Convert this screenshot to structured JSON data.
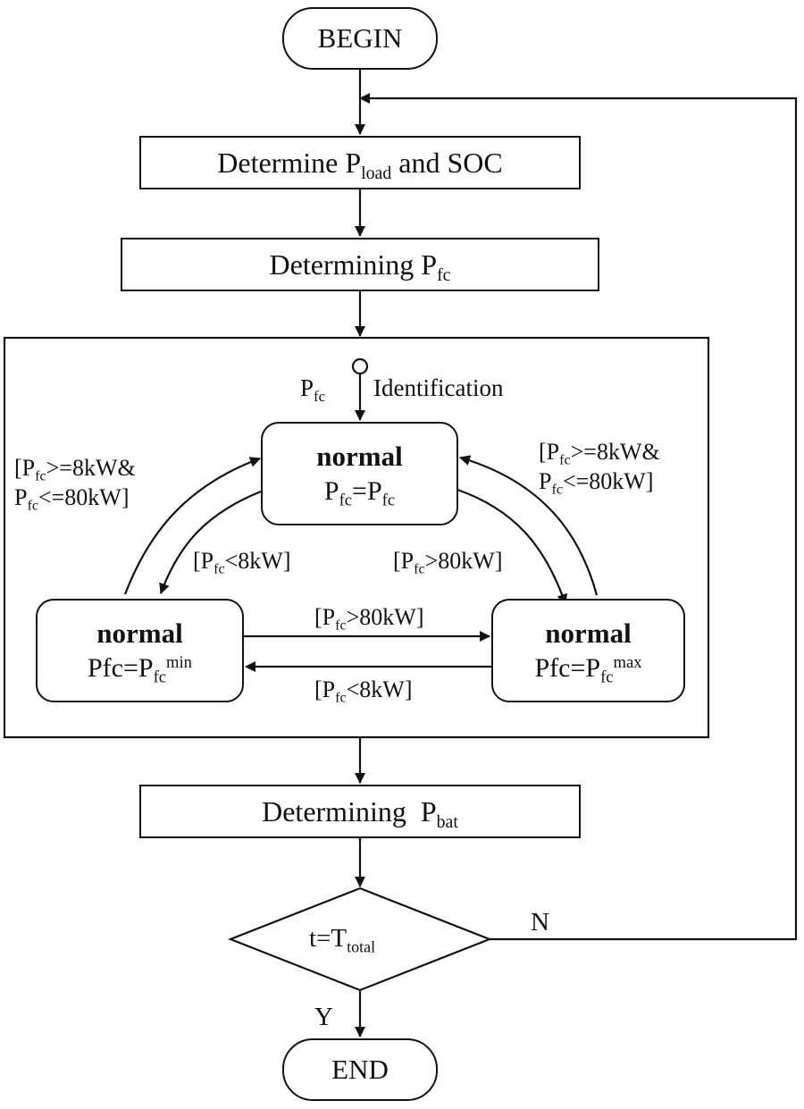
{
  "terminals": {
    "begin": "BEGIN",
    "end": "END"
  },
  "steps": {
    "step1": {
      "prefix": "Determine P",
      "sub": "load",
      "suffix": " and SOC"
    },
    "step2": {
      "prefix": "Determining P",
      "sub": "fc"
    },
    "step3": {
      "prefix": "Determining  P",
      "sub": "bat"
    }
  },
  "state_machine": {
    "init": {
      "p": "P",
      "sub": "fc",
      "text": "Identification"
    },
    "top": {
      "title": "normal",
      "a": "P",
      "a_sub": "fc",
      "b": "=P",
      "b_sub": "fc"
    },
    "left": {
      "title": "normal",
      "a": "Pfc=P",
      "a_sub": "fc",
      "a_sup": "min"
    },
    "right": {
      "title": "normal",
      "a": "Pfc=P",
      "a_sub": "fc",
      "a_sup": "max"
    },
    "transitions": {
      "top_to_left": {
        "pre": "[P",
        "sub": "fc",
        "post": "<8kW]"
      },
      "top_to_right": {
        "pre": "[P",
        "sub": "fc",
        "post": ">80kW]"
      },
      "left_to_right": {
        "pre": "[P",
        "sub": "fc",
        "post": ">80kW]"
      },
      "right_to_left": {
        "pre": "[P",
        "sub": "fc",
        "post": "<8kW]"
      },
      "left_to_top": {
        "l1_pre": "[P",
        "l1_sub": "fc",
        "l1_post": ">=8kW&",
        "l2_pre": "P",
        "l2_sub": "fc",
        "l2_post": "<=80kW]"
      },
      "right_to_top": {
        "l1_pre": "[P",
        "l1_sub": "fc",
        "l1_post": ">=8kW&",
        "l2_pre": "P",
        "l2_sub": "fc",
        "l2_post": "<=80kW]"
      }
    }
  },
  "decision": {
    "pre": "t=T",
    "sub": "total",
    "yes": "Y",
    "no": "N"
  }
}
